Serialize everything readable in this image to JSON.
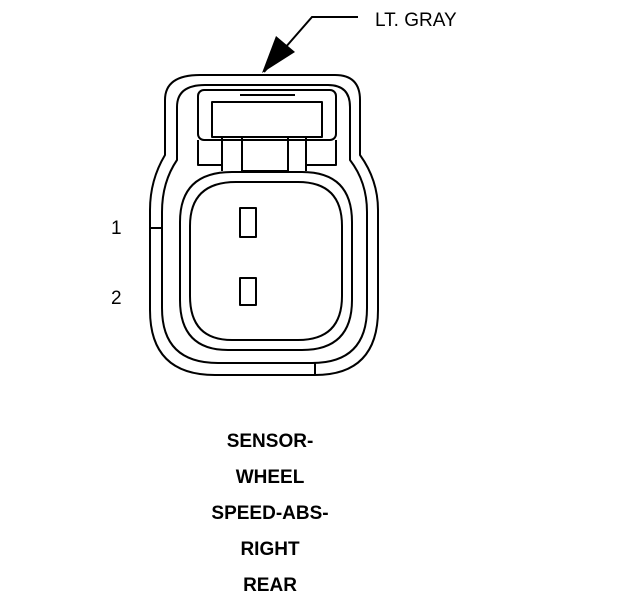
{
  "connector": {
    "color_label": "LT. GRAY",
    "pins": [
      {
        "number": "1"
      },
      {
        "number": "2"
      }
    ],
    "stroke_color": "#000000",
    "background": "#ffffff"
  },
  "caption": {
    "lines": [
      "SENSOR-",
      "WHEEL",
      "SPEED-ABS-",
      "RIGHT",
      "REAR"
    ]
  }
}
